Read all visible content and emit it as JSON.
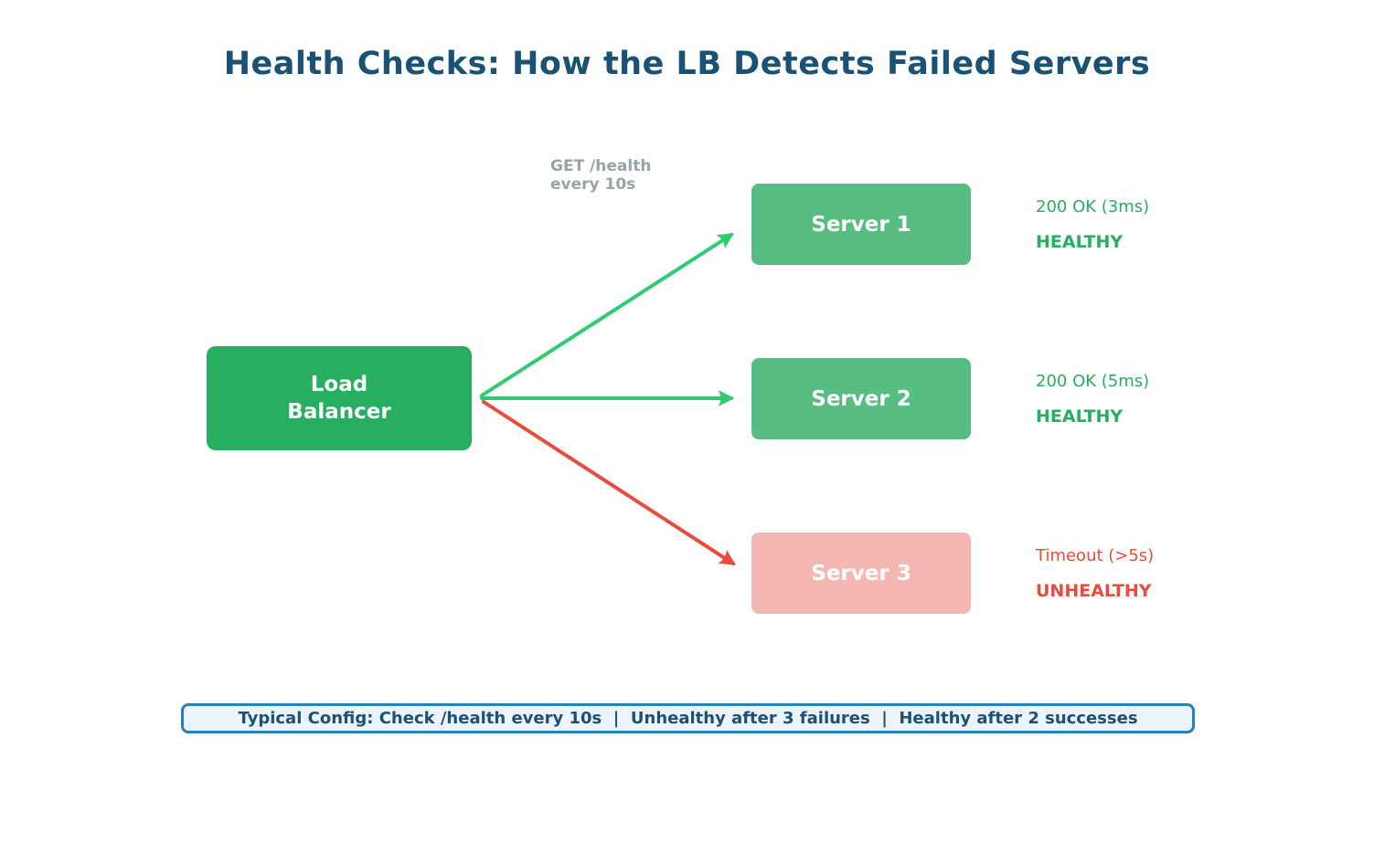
{
  "title": "Health Checks: How the LB Detects Failed Servers",
  "load_balancer": {
    "label_line1": "Load",
    "label_line2": "Balancer"
  },
  "health_check_label": {
    "line1": "GET /health",
    "line2": "every 10s"
  },
  "servers": [
    {
      "name": "Server 1",
      "response": "200 OK (3ms)",
      "verdict": "HEALTHY",
      "state": "healthy"
    },
    {
      "name": "Server 2",
      "response": "200 OK (5ms)",
      "verdict": "HEALTHY",
      "state": "healthy"
    },
    {
      "name": "Server 3",
      "response": "Timeout (>5s)",
      "verdict": "UNHEALTHY",
      "state": "unhealthy"
    }
  ],
  "config_bar": {
    "text": "Typical Config: Check /health every 10s  |  Unhealthy after 3 failures  |  Healthy after 2 successes"
  },
  "colors": {
    "title_text": "#1a5276",
    "lb_box": "#27ae60",
    "server_healthy_box": "#57bd80",
    "server_unhealthy_box": "#f5b7b1",
    "arrow_healthy": "#2ecc71",
    "arrow_unhealthy": "#e74c3c",
    "status_healthy_text": "#27ae60",
    "status_unhealthy_text": "#e74c3c",
    "health_check_label_text": "#95a5a6",
    "config_border": "#2980b9",
    "config_background": "#edf3fa",
    "config_text": "#1a5276"
  }
}
